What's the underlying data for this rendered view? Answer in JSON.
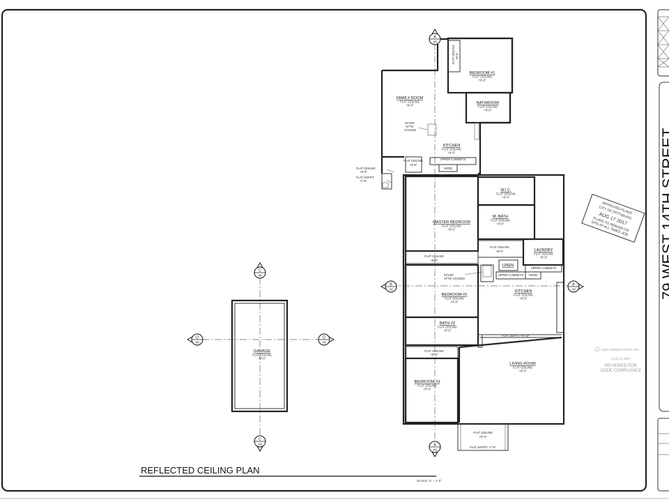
{
  "plan_title": "REFLECTED CEILING PLAN",
  "scale_note": "SCALE: ¼\" = 1'-0\"",
  "street_text": "79 WEST 14TH STREET",
  "section_markers": [
    {
      "id": "a-top",
      "letter": "A",
      "sheet": "A6"
    },
    {
      "id": "a-bottom",
      "letter": "A",
      "sheet": "A6"
    },
    {
      "id": "b-left",
      "letter": "B",
      "sheet": "A6"
    },
    {
      "id": "b-right",
      "letter": "B",
      "sheet": "A6"
    },
    {
      "id": "c-top",
      "letter": "C",
      "sheet": "A6"
    },
    {
      "id": "c-bottom",
      "letter": "C",
      "sheet": "A6"
    },
    {
      "id": "d-left",
      "letter": "D",
      "sheet": "A6"
    },
    {
      "id": "d-right",
      "letter": "D",
      "sheet": "A6"
    }
  ],
  "rooms": [
    {
      "id": "bedroom-1",
      "name": "BEDROOM #1",
      "ceiling": "FLAT CEILING",
      "height": "+9'-0\""
    },
    {
      "id": "bathroom",
      "name": "BATHROOM",
      "ceiling": "FLAT CEILING",
      "height": "+9'-0\""
    },
    {
      "id": "family-room",
      "name": "FAMILY ROOM",
      "ceiling": "FLAT CEILING",
      "height": "+9'-0\""
    },
    {
      "id": "kitchen-upper",
      "name": "KITCHEN",
      "ceiling": "FLAT CEILING",
      "height": "+9'-0\""
    },
    {
      "id": "wic",
      "name": "W.I.C.",
      "ceiling": "FLAT CEILING",
      "height": "+9'-0\""
    },
    {
      "id": "master-bedroom",
      "name": "MASTER BEDROOM",
      "ceiling": "FLAT CEILING",
      "height": "+9'-0\""
    },
    {
      "id": "m-bath",
      "name": "M. BATH",
      "ceiling": "FLAT CEILING",
      "height": "+9'-0\""
    },
    {
      "id": "laundry",
      "name": "LAUNDRY",
      "ceiling": "FLAT CEILING",
      "height": "+9'-0\""
    },
    {
      "id": "linen",
      "name": "LINEN",
      "ceiling": "",
      "height": ""
    },
    {
      "id": "bedroom-2",
      "name": "BEDROOM #2",
      "ceiling": "FLAT CEILING",
      "height": "+9'-0\""
    },
    {
      "id": "kitchen-lower",
      "name": "KITCHEN",
      "ceiling": "FLAT CEILING",
      "height": "+9'-0\""
    },
    {
      "id": "bath-2",
      "name": "BATH #2",
      "ceiling": "FLAT CEILING",
      "height": "+9'-0\""
    },
    {
      "id": "living-room",
      "name": "LIVING ROOM",
      "ceiling": "FLAT CEILING",
      "height": "+9'-0\""
    },
    {
      "id": "bedroom-3",
      "name": "BEDROOM #3",
      "ceiling": "FLAT CEILING",
      "height": "+9'-0\""
    },
    {
      "id": "garage",
      "name": "GARAGE",
      "ceiling": "FLAT CEILING",
      "height": "+9'-0\""
    }
  ],
  "notes": {
    "closet_ceiling": "FLAT CEILING",
    "closet_height": "+9'-0\"",
    "hall_ceiling": "FLAT CEILING",
    "hall_height": "+9'-0\"",
    "attic_access_1": "22\"x30\"",
    "attic_access_2": "ATTIC",
    "attic_access_3": "ACCESS",
    "attic_access_lower": "22\"x30\"",
    "attic_access_lower_2": "ATTIC ACCESS",
    "upper_cabinets": "UPPER CABINETS",
    "hood": "HOOD",
    "flat_ceiling_left": "FLAT CEILING",
    "flat_ceiling_left_h": "+9'-0\"",
    "flat_soffit_left": "FLAT SOFFIT",
    "flat_soffit_left_h": "+7'-6\"",
    "flat_soffit_mid": "FLAT SOFFIT +8'-10\"",
    "porch_ceiling": "FLAT CEILING",
    "porch_height": "+9'-0\"",
    "porch_soffit": "FLAT SOFFIT +7'-6\""
  },
  "approval_stamp": {
    "line1": "APPROVED PLANS",
    "line2": "CITY OF PITTSBURG",
    "date": "AUG 17 2017",
    "line3": "PLANS TO REMAIN ON",
    "line4": "SITE AT ALL TIMES JOB"
  },
  "review_stamp": {
    "company": "CSG CONSULTANTS, INC",
    "date": "AUG 11 2017",
    "line1": "REVIEWED FOR",
    "line2": "CODE COMPLIANCE"
  }
}
